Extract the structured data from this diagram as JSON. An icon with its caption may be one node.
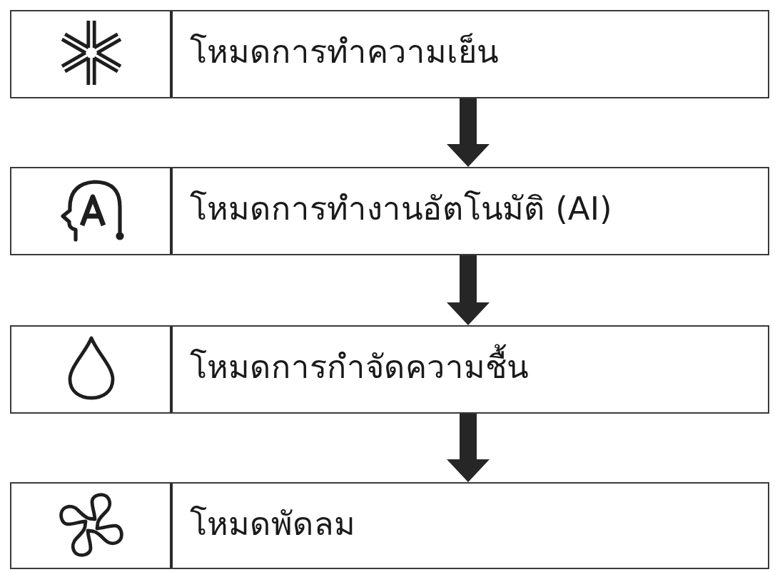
{
  "diagram": {
    "nodes": [
      {
        "text": [
          "โหมดการทำความเย็น"
        ]
      },
      {
        "text": [
          "โหมดการทำงานอัตโนมัติ (AI)"
        ]
      },
      {
        "text": [
          "โหมดการกำจัดความชื้น"
        ]
      },
      {
        "text": [
          "โหมดพัดลม"
        ]
      }
    ],
    "edges": [
      {
        "from": 0,
        "to": 1,
        "arrow": "to"
      },
      {
        "from": 1,
        "to": 2,
        "arrow": "to"
      },
      {
        "from": 2,
        "to": 3,
        "arrow": "to"
      }
    ]
  }
}
